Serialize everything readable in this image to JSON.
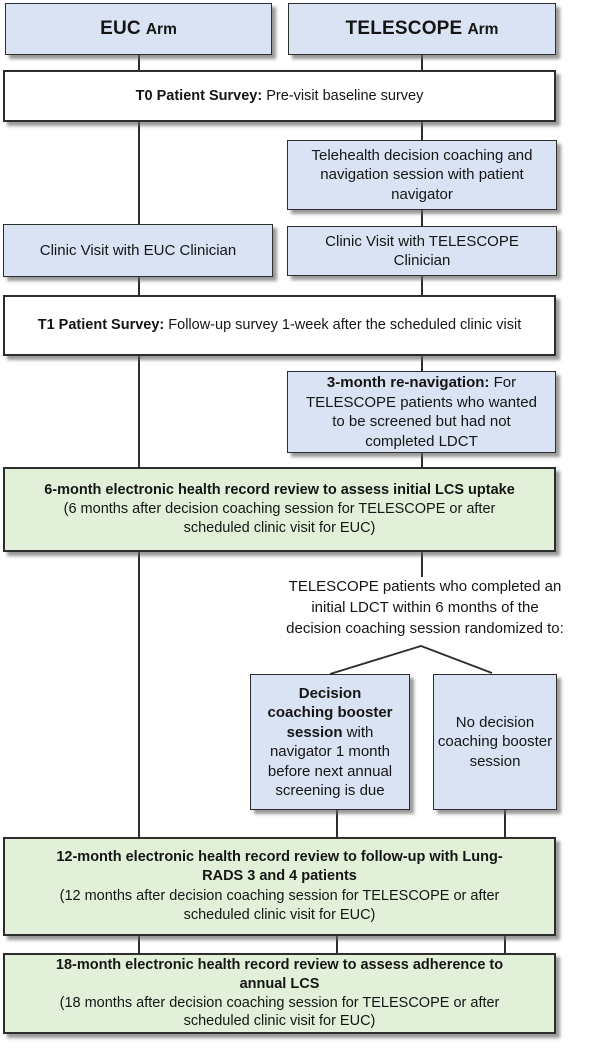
{
  "colors": {
    "blue_fill": "#dae3f3",
    "green_fill": "#e2f0d9",
    "white_fill": "#ffffff",
    "border": "#2d2d2d",
    "connector_line": "#2d2d2d",
    "shadow": "#646464"
  },
  "arms": {
    "euc": {
      "name": "EUC",
      "suffix": "Arm"
    },
    "telescope": {
      "name": "TELESCOPE",
      "suffix": "Arm"
    }
  },
  "boxes": {
    "t0": {
      "bold": "T0 Patient Survey:",
      "rest": " Pre-visit baseline survey"
    },
    "telehealth": {
      "text": "Telehealth decision coaching and\nnavigation session with patient\nnavigator"
    },
    "clinic_euc": {
      "text": "Clinic Visit with EUC Clinician"
    },
    "clinic_telescope": {
      "text": "Clinic Visit with TELESCOPE\nClinician"
    },
    "t1": {
      "bold": "T1 Patient Survey:",
      "rest": " Follow-up survey 1-week after the scheduled clinic visit"
    },
    "renavigation_3mo": {
      "bold": "3-month re-navigation:",
      "rest": " For\nTELESCOPE patients who wanted\nto be screened but had not\ncompleted LDCT"
    },
    "ehr_6mo": {
      "bold": "6-month electronic health record review to assess initial LCS uptake",
      "rest": "\n(6 months after decision coaching session for TELESCOPE or after\nscheduled clinic visit for EUC)"
    },
    "randomization_note": {
      "text": "TELESCOPE patients who completed an\ninitial LDCT within 6 months of the\ndecision coaching session randomized to:"
    },
    "booster": {
      "bold": "Decision\ncoaching booster\nsession",
      "rest": " with\nnavigator 1 month\nbefore next annual\nscreening is due"
    },
    "no_booster": {
      "text": "No decision\ncoaching booster\nsession"
    },
    "ehr_12mo": {
      "bold": "12-month electronic health record review to follow-up with Lung-\nRADS 3 and 4 patients",
      "rest": "\n(12 months after decision coaching session for TELESCOPE or after\nscheduled clinic visit for EUC)"
    },
    "ehr_18mo": {
      "bold": "18-month electronic health record review to assess adherence to\nannual LCS",
      "rest": "\n(18 months after decision coaching session for TELESCOPE or after\nscheduled clinic visit for EUC)"
    }
  }
}
